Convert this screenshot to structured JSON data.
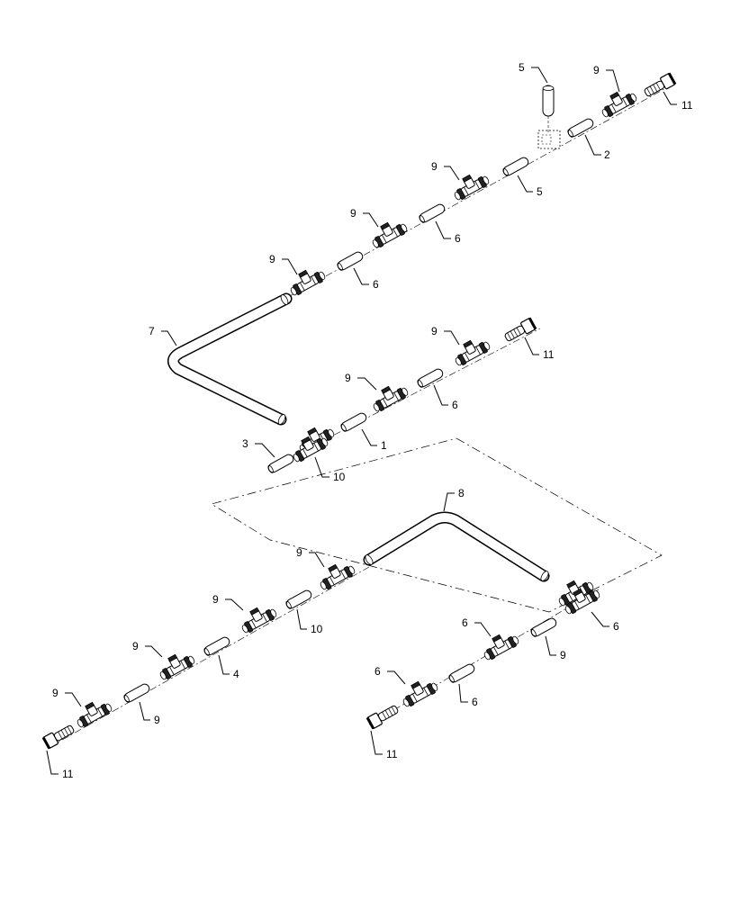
{
  "callouts": [
    {
      "id": "c-5-top",
      "label": "5"
    },
    {
      "id": "c-9-top",
      "label": "9"
    },
    {
      "id": "c-11-top",
      "label": "11"
    },
    {
      "id": "c-2",
      "label": "2"
    },
    {
      "id": "c-9-a",
      "label": "9"
    },
    {
      "id": "c-5-mid",
      "label": "5"
    },
    {
      "id": "c-9-b",
      "label": "9"
    },
    {
      "id": "c-6-a",
      "label": "6"
    },
    {
      "id": "c-9-c",
      "label": "9"
    },
    {
      "id": "c-6-b",
      "label": "6"
    },
    {
      "id": "c-7",
      "label": "7"
    },
    {
      "id": "c-9-d",
      "label": "9"
    },
    {
      "id": "c-11-mid",
      "label": "11"
    },
    {
      "id": "c-9-e",
      "label": "9"
    },
    {
      "id": "c-6-c",
      "label": "6"
    },
    {
      "id": "c-3",
      "label": "3"
    },
    {
      "id": "c-1",
      "label": "1"
    },
    {
      "id": "c-10-mid",
      "label": "10"
    },
    {
      "id": "c-8",
      "label": "8"
    },
    {
      "id": "c-9-f",
      "label": "9"
    },
    {
      "id": "c-9-g",
      "label": "9"
    },
    {
      "id": "c-6-d",
      "label": "6"
    },
    {
      "id": "c-10-low",
      "label": "10"
    },
    {
      "id": "c-9-h",
      "label": "9"
    },
    {
      "id": "c-6-e",
      "label": "6"
    },
    {
      "id": "c-9-i",
      "label": "9"
    },
    {
      "id": "c-4",
      "label": "4"
    },
    {
      "id": "c-9-j",
      "label": "9"
    },
    {
      "id": "c-6-f",
      "label": "6"
    },
    {
      "id": "c-9-k",
      "label": "9"
    },
    {
      "id": "c-6-g",
      "label": "6"
    },
    {
      "id": "c-11-low-left",
      "label": "11"
    },
    {
      "id": "c-11-low-right",
      "label": "11"
    }
  ]
}
